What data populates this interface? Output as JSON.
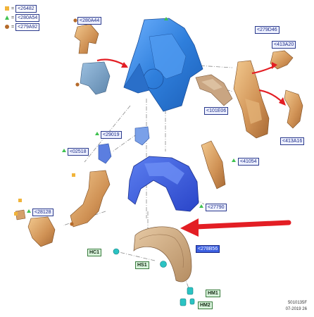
{
  "legend": [
    {
      "shape": "square",
      "code": "<26482"
    },
    {
      "shape": "triangle",
      "code": "<280A54"
    },
    {
      "shape": "circle",
      "code": "<279A92"
    }
  ],
  "callouts": {
    "c280a44": "<280A44",
    "c279d46": "<279D46",
    "c413a20": "<413A20",
    "c101e06": "<101E06",
    "c413a16": "<413A16",
    "c29019": "<29019",
    "c02518": "<02518",
    "c41054": "<41054",
    "c28128": "<28128",
    "c27790": "<27790",
    "c278b56": "<278B56"
  },
  "fasteners": {
    "hc1": "HC1",
    "hs1": "HS1",
    "hm1": "HM1",
    "hm2": "HM2"
  },
  "footer": {
    "code": "5010135F",
    "date": "07-2019 26"
  },
  "colors": {
    "panel_blue": "#3a86e0",
    "panel_copper": "#d9a462",
    "arrow_red": "#e31e24",
    "fastener_teal": "#2bc3c3",
    "legend_square": "#f1b43a",
    "legend_triangle": "#3ec24f",
    "legend_circle": "#b56a2a"
  }
}
